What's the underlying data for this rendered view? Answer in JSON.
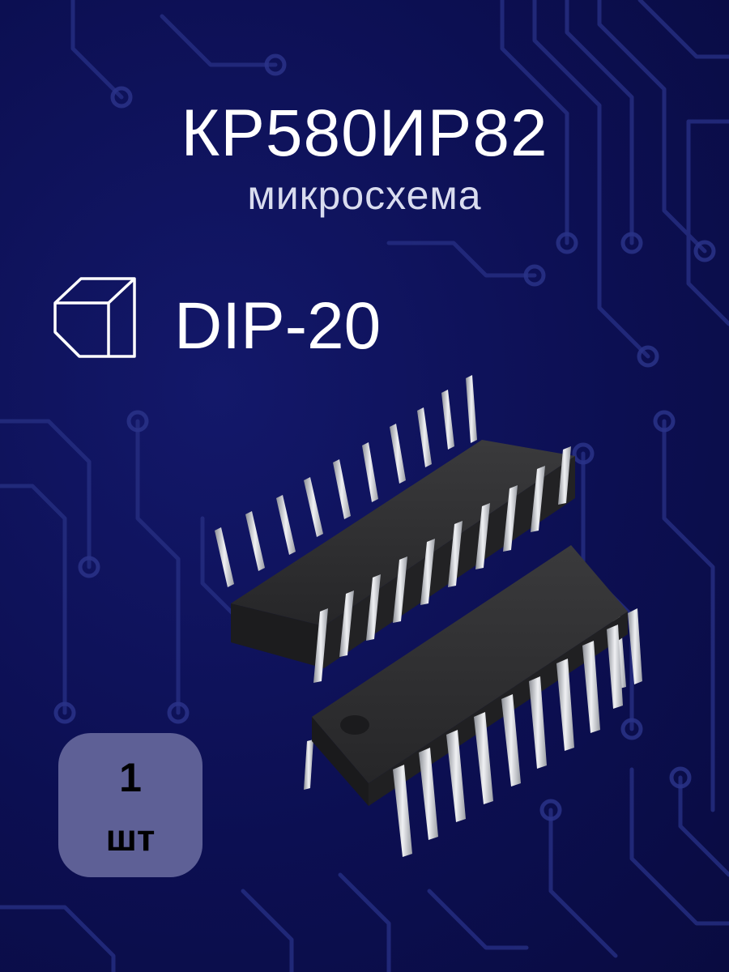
{
  "product": {
    "part_number": "КР580ИР82",
    "category": "микросхема",
    "package": "DIP-20",
    "package_icon": "cube-outline-icon"
  },
  "quantity": {
    "value": "1",
    "unit": "шт"
  },
  "colors": {
    "background": "#0c0f4d",
    "circuit_trace": "#2a3285",
    "badge": "#5e6096",
    "text": "#ffffff"
  }
}
